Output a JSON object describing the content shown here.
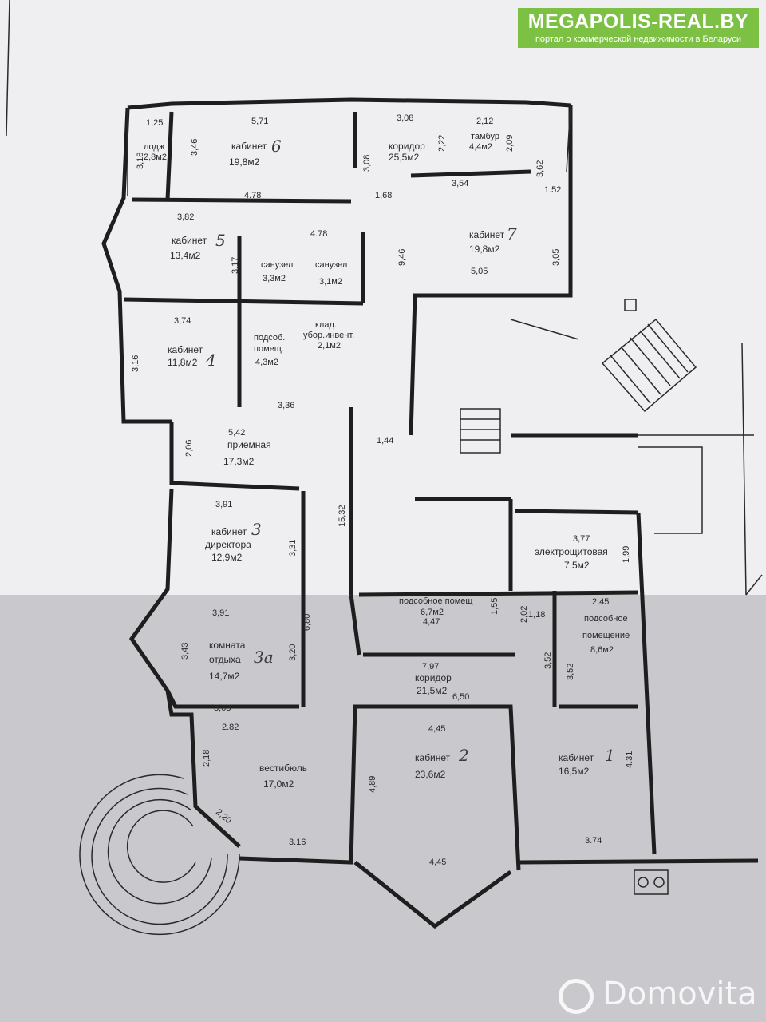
{
  "brand": {
    "name": "MEGAPOLIS-REAL.BY",
    "tagline": "портал о коммерческой недвижимости в Беларуси",
    "accent": "#7cc143"
  },
  "watermark": {
    "text": "Domovita"
  },
  "rooms": [
    {
      "id": "lodzh",
      "name": "лодж",
      "area": "2,8м2"
    },
    {
      "id": "k6",
      "name": "кабинет",
      "area": "19,8м2",
      "note": "6"
    },
    {
      "id": "corr1",
      "name": "коридор",
      "area": "25,5м2"
    },
    {
      "id": "tambur",
      "name": "тамбур",
      "area": "4,4м2"
    },
    {
      "id": "k5",
      "name": "кабинет",
      "area": "13,4м2",
      "note": "5"
    },
    {
      "id": "sanuz1",
      "name": "санузел",
      "area": "3,3м2"
    },
    {
      "id": "sanuz2",
      "name": "санузел",
      "area": "3,1м2"
    },
    {
      "id": "k7",
      "name": "кабинет",
      "area": "19,8м2",
      "note": "7"
    },
    {
      "id": "k4",
      "name": "кабинет",
      "area": "11,8м2",
      "note": "4"
    },
    {
      "id": "podsob1",
      "name1": "подсоб.",
      "name2": "помещ.",
      "area": "4,3м2"
    },
    {
      "id": "klad",
      "name1": "клад.",
      "name2": "убор.инвент.",
      "area": "2,1м2"
    },
    {
      "id": "priem",
      "name": "приемная",
      "area": "17,3м2"
    },
    {
      "id": "k3",
      "name1": "кабинет",
      "name2": "директора",
      "area": "12,9м2",
      "note": "3"
    },
    {
      "id": "electro",
      "name": "электрощитовая",
      "area": "7,5м2"
    },
    {
      "id": "podsob2",
      "name": "подсобное помещ",
      "area": "6,7м2"
    },
    {
      "id": "podsob3",
      "name1": "подсобное",
      "name2": "помещение",
      "area": "8,6м2"
    },
    {
      "id": "k3a",
      "name1": "комната",
      "name2": "отдыха",
      "area": "14,7м2",
      "note": "3a"
    },
    {
      "id": "corr2",
      "name": "коридор",
      "area": "21,5м2"
    },
    {
      "id": "vest",
      "name": "вестибюль",
      "area": "17,0м2"
    },
    {
      "id": "k2",
      "name": "кабинет",
      "area": "23,6м2",
      "note": "2"
    },
    {
      "id": "k1",
      "name": "кабинет",
      "area": "16,5м2",
      "note": "1"
    }
  ],
  "dims": [
    "1,25",
    "3,18",
    "3,46",
    "5,71",
    "3,08",
    "2,12",
    "2,22",
    "2,09",
    "3,08",
    "3,62",
    "4.78",
    "1,68",
    "3,54",
    "1.52",
    "3,82",
    "4.78",
    "3,17",
    "9,46",
    "5,05",
    "3,05",
    "3,74",
    "3,16",
    "3,36",
    "5,42",
    "1,44",
    "2,06",
    "3,91",
    "15,32",
    "3,31",
    "3,77",
    "1,99",
    "3,91",
    "2,45",
    "1,18",
    "3,43",
    "3,20",
    "6,80",
    "4,47",
    "1,55",
    "2,02",
    "3,52",
    "3,52",
    "7,97",
    "3,63",
    "6,50",
    "2.82",
    "4,45",
    "2,18",
    "4,89",
    "4.31",
    "2,20",
    "3.16",
    "4,45",
    "3.74"
  ]
}
